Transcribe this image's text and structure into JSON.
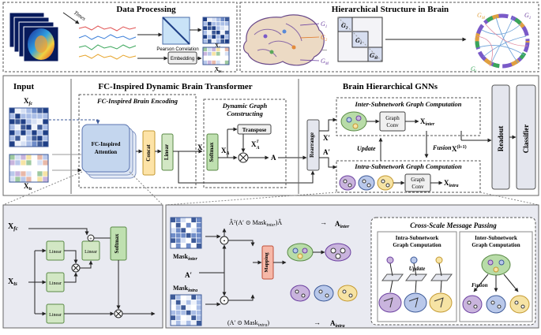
{
  "colors": {
    "panel_fill": "#e9eaf1",
    "panel_border": "#666666",
    "accent_blue": "#3d5a98",
    "concat_fill": "#fde3a7",
    "linear_fill": "#d2e7c4",
    "softmax_fill": "#bfe0b0",
    "mapping_fill": "#f6b8a8",
    "readout_fill": "#e4e6ee",
    "attention_fill": "#c4d6ee",
    "node_green": "#b8dca8",
    "node_blue": "#b9c8ea",
    "node_yellow": "#f6e3a4",
    "node_purple": "#c9b4dd"
  },
  "data_processing": {
    "title": "Data Processing",
    "times_label": "Times",
    "pearson_label": "Pearson Correlation",
    "embedding_label": "Embedding",
    "xfc_label": "X",
    "xfc_sub": "fc",
    "xts_label": "X",
    "xts_sub": "ts"
  },
  "hierarchy": {
    "title": "Hierarchical Structure in Brain",
    "g1": "G",
    "g1_sub": "1",
    "g2": "G",
    "g2_sub": "2",
    "gm": "G",
    "gm_sub": "M",
    "dots": "...",
    "g2_box": "G",
    "g2_box_sub": "2",
    "g1_box": "G",
    "g1_box_sub": "1",
    "gm_box": "G",
    "gm_box_sub": "M",
    "g1_circle": "G",
    "g1_circle_sub": "1",
    "gm_circle": "G",
    "gm_circle_sub": "M",
    "gl_circle": "G",
    "gl_circle_sub": "l"
  },
  "input": {
    "title": "Input",
    "xfc": "X",
    "xfc_sub": "fc",
    "xts": "X",
    "xts_sub": "ts"
  },
  "transformer": {
    "title": "FC-Inspired Dynamic Brain Transformer",
    "encoding_title": "FC-Inspired Brain Encoding",
    "attention_label_1": "FC-Inspired",
    "attention_label_2": "Attention",
    "concat": "Concat",
    "linear": "Linear",
    "x_label": "X",
    "graph_title_1": "Dynamic Graph",
    "graph_title_2": "Constructing",
    "softmax": "Softmax",
    "transpose": "Transpose",
    "xa": "X",
    "xa_sub": "A",
    "xat": "X",
    "xat_sub": "A",
    "xat_sup": "T",
    "a_label": "A",
    "rearrange": "Rearrange"
  },
  "gnn": {
    "title": "Brain Hierarchical GNNs",
    "x_prime": "X′",
    "a_prime": "A′",
    "inter_title": "Inter-Subnetwork Graph Computation",
    "intra_title": "Intra-Subnetwork Graph Computation",
    "graph_conv_1": "Graph",
    "graph_conv_2": "Conv",
    "x_inter": "X",
    "x_inter_sub": "inter",
    "x_intra": "X",
    "x_intra_sub": "intra",
    "update": "Update",
    "fusion": "Fusion",
    "x_next": "X",
    "x_next_sup": "(l+1)",
    "readout": "Readout",
    "classifier": "Classifier"
  },
  "attention_detail": {
    "xfc": "X",
    "xfc_sub": "fc",
    "xts": "X",
    "xts_sub": "ts",
    "linear_1": "Linear",
    "linear_2": "Linear",
    "linear_3": "Linear",
    "linear_4": "Linear",
    "softmax": "Softmax"
  },
  "message_detail": {
    "formula_inter": "Âᵀ(A′ ⊙ Mask",
    "formula_inter_sub": "inter",
    "formula_inter_end": ")Â",
    "arrow": "→",
    "a_inter": "A",
    "a_inter_sub": "inter",
    "mask_inter": "Mask",
    "mask_inter_sub": "inter",
    "a_prime": "A′",
    "mask_intra": "Mask",
    "mask_intra_sub": "intra",
    "mapping": "Mapping",
    "formula_intra": "(A′ ⊙ Mask",
    "formula_intra_sub": "intra",
    "formula_intra_end": ")",
    "a_intra": "A",
    "a_intra_sub": "intra",
    "cross_title": "Cross-Scale Message Passing",
    "intra_sub_1": "Intra-Subnetwork",
    "intra_sub_2": "Graph Computation",
    "inter_sub_1": "Inter-Subnetwork",
    "inter_sub_2": "Graph Computation",
    "update": "Update",
    "fusion": "Fusion"
  }
}
